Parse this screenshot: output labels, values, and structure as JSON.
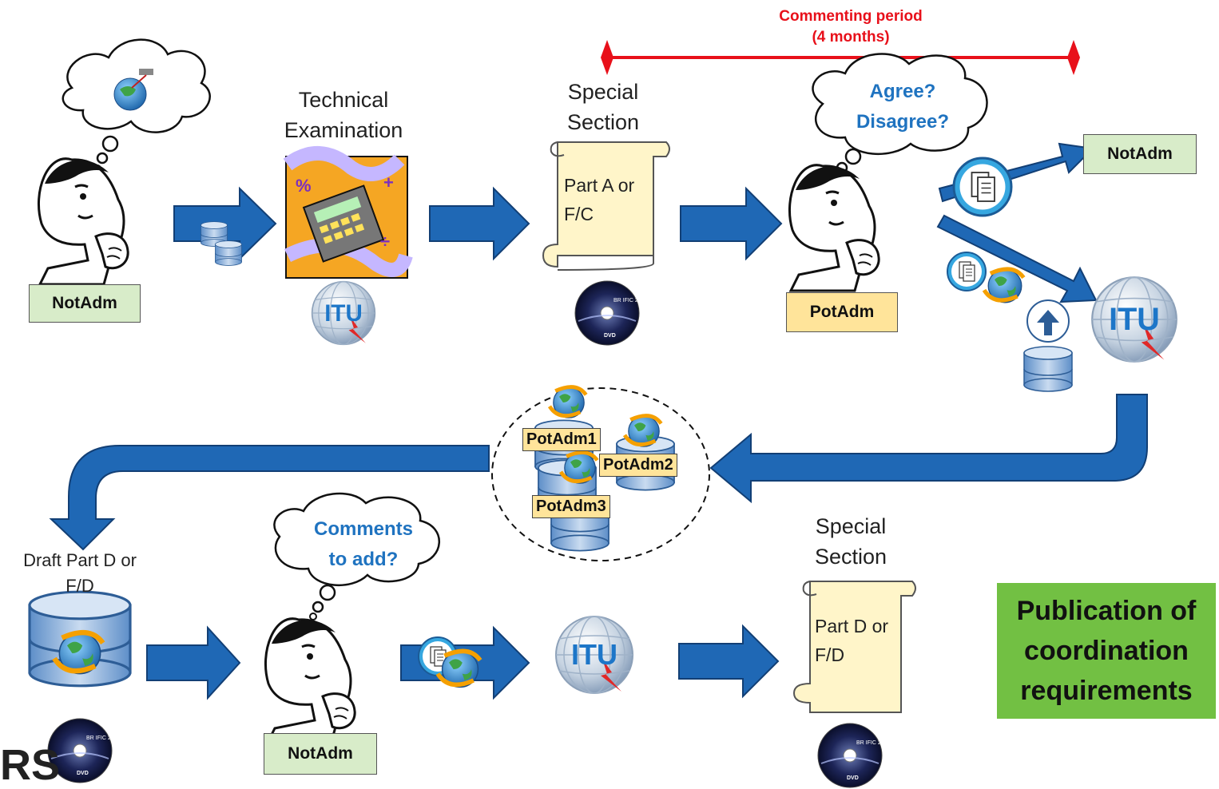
{
  "commenting_period": {
    "line1": "Commenting period",
    "line2": "(4 months)",
    "color": "#e8101a"
  },
  "labels": {
    "tech_exam_1": "Technical",
    "tech_exam_2": "Examination",
    "special_section_top_1": "Special",
    "special_section_top_2": "Section",
    "special_section_bottom_1": "Special",
    "special_section_bottom_2": "Section",
    "draft_1": "Draft  Part D or",
    "draft_2": "F/D"
  },
  "scrolls": {
    "top_line1": "Part A or",
    "top_line2": "F/C",
    "bottom_line1": "Part D or",
    "bottom_line2": "F/D"
  },
  "thoughts": {
    "agree": "Agree?",
    "disagree": "Disagree?",
    "comments_1": "Comments",
    "comments_2": "to add?"
  },
  "boxes": {
    "notadm_1": "NotAdm",
    "notadm_top_right": "NotAdm",
    "potadm": "PotAdm",
    "notadm_bottom": "NotAdm"
  },
  "databases": {
    "pot1": "PotAdm1",
    "pot2": "PotAdm2",
    "pot3": "PotAdm3"
  },
  "itu": {
    "text": "ITU"
  },
  "publication": {
    "line1": "Publication of",
    "line2": "coordination",
    "line3": "requirements",
    "color": "#72c043"
  },
  "footer": {
    "logo_text": "RS"
  },
  "colors": {
    "arrow": "#1f68b5",
    "arrow_dark": "#123f75",
    "box_green": "#d8ecc9",
    "box_yellow": "#ffe49a"
  }
}
